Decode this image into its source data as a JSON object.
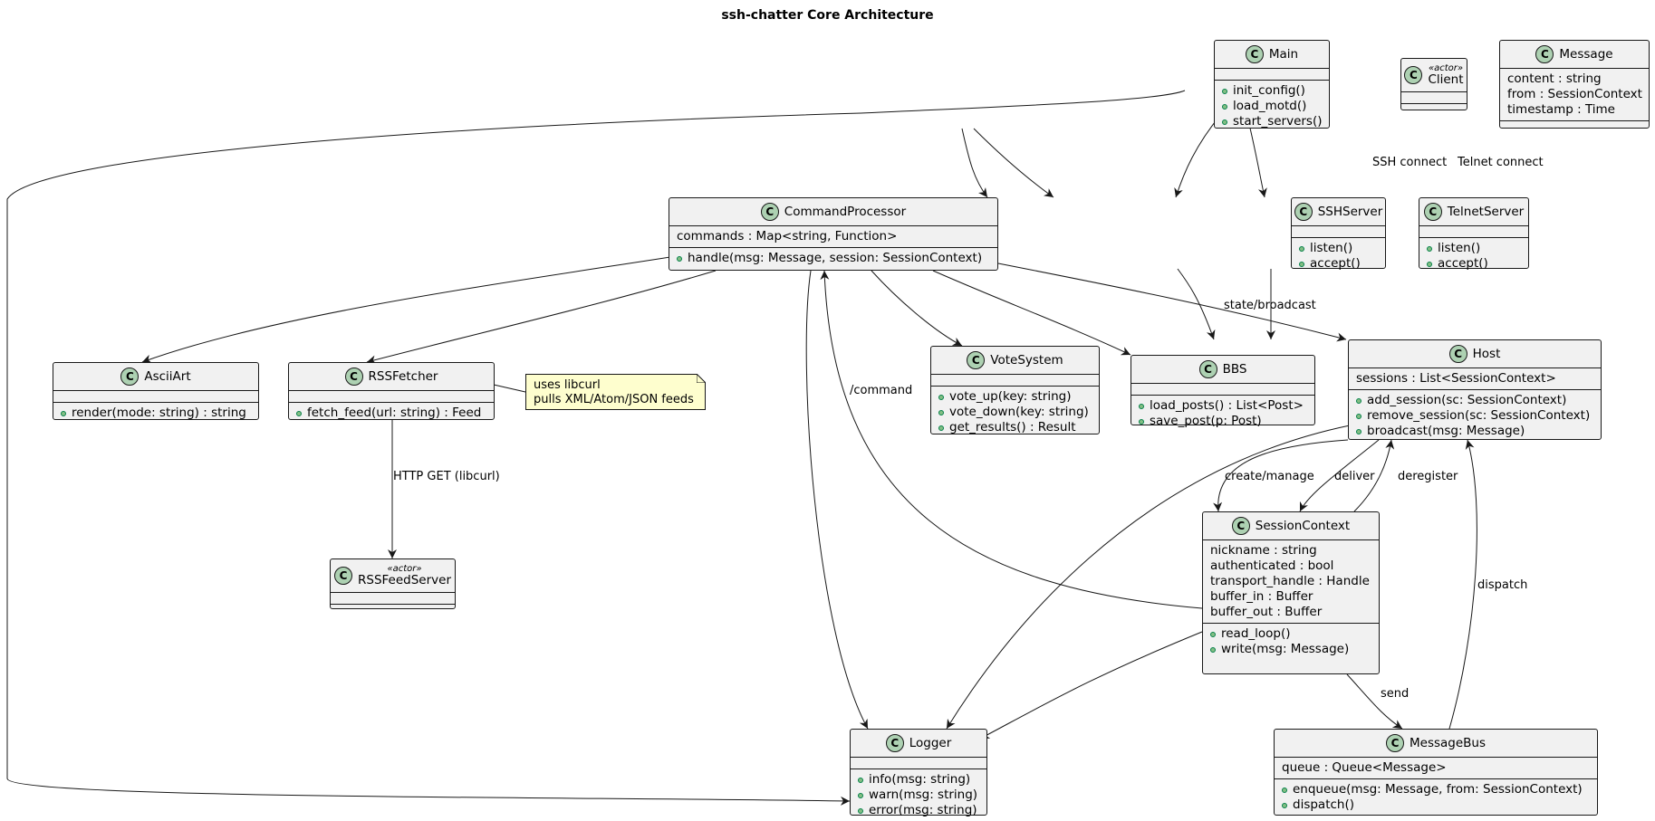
{
  "title": "ssh-chatter Core Architecture",
  "classes": {
    "main": {
      "name": "Main",
      "stereotype": "",
      "fields": [],
      "methods": [
        "init_config()",
        "load_motd()",
        "start_servers()"
      ]
    },
    "client": {
      "name": "Client",
      "stereotype": "«actor»",
      "fields": [],
      "methods": []
    },
    "message": {
      "name": "Message",
      "stereotype": "",
      "fields": [
        "content : string",
        "from : SessionContext",
        "timestamp : Time"
      ],
      "methods": []
    },
    "cmd": {
      "name": "CommandProcessor",
      "stereotype": "",
      "fields": [
        "commands : Map<string, Function>"
      ],
      "methods": [
        "handle(msg: Message, session: SessionContext)"
      ]
    },
    "ssh": {
      "name": "SSHServer",
      "stereotype": "",
      "fields": [],
      "methods": [
        "listen()",
        "accept()"
      ]
    },
    "telnet": {
      "name": "TelnetServer",
      "stereotype": "",
      "fields": [],
      "methods": [
        "listen()",
        "accept()"
      ]
    },
    "ascii": {
      "name": "AsciiArt",
      "stereotype": "",
      "fields": [],
      "methods": [
        "render(mode: string) : string"
      ]
    },
    "rss": {
      "name": "RSSFetcher",
      "stereotype": "",
      "fields": [],
      "methods": [
        "fetch_feed(url: string) : Feed"
      ]
    },
    "vote": {
      "name": "VoteSystem",
      "stereotype": "",
      "fields": [],
      "methods": [
        "vote_up(key: string)",
        "vote_down(key: string)",
        "get_results() : Result"
      ]
    },
    "bbs": {
      "name": "BBS",
      "stereotype": "",
      "fields": [],
      "methods": [
        "load_posts() : List<Post>",
        "save_post(p: Post)"
      ]
    },
    "host": {
      "name": "Host",
      "stereotype": "",
      "fields": [
        "sessions : List<SessionContext>"
      ],
      "methods": [
        "add_session(sc: SessionContext)",
        "remove_session(sc: SessionContext)",
        "broadcast(msg: Message)"
      ]
    },
    "session": {
      "name": "SessionContext",
      "stereotype": "",
      "fields": [
        "nickname : string",
        "authenticated : bool",
        "transport_handle : Handle",
        "buffer_in : Buffer",
        "buffer_out : Buffer"
      ],
      "methods": [
        "read_loop()",
        "write(msg: Message)"
      ]
    },
    "rssserver": {
      "name": "RSSFeedServer",
      "stereotype": "«actor»",
      "fields": [],
      "methods": []
    },
    "logger": {
      "name": "Logger",
      "stereotype": "",
      "fields": [],
      "methods": [
        "info(msg: string)",
        "warn(msg: string)",
        "error(msg: string)"
      ]
    },
    "bus": {
      "name": "MessageBus",
      "stereotype": "",
      "fields": [
        "queue : Queue<Message>"
      ],
      "methods": [
        "enqueue(msg: Message, from: SessionContext)",
        "dispatch()"
      ]
    }
  },
  "edge_labels": {
    "ssh_connect": "SSH connect",
    "telnet_connect": "Telnet connect",
    "state_broadcast": "state/broadcast",
    "command": "/command",
    "http_get": "HTTP GET (libcurl)",
    "create_manage": "create/manage",
    "deliver": "deliver",
    "deregister": "deregister",
    "dispatch": "dispatch",
    "send": "send"
  },
  "note": {
    "lines": [
      "uses libcurl",
      "pulls XML/Atom/JSON feeds"
    ]
  },
  "colors": {
    "class_fill": "#f1f1f1",
    "badge": "#add1b2",
    "note_fill": "#fefece",
    "line": "#181818"
  }
}
